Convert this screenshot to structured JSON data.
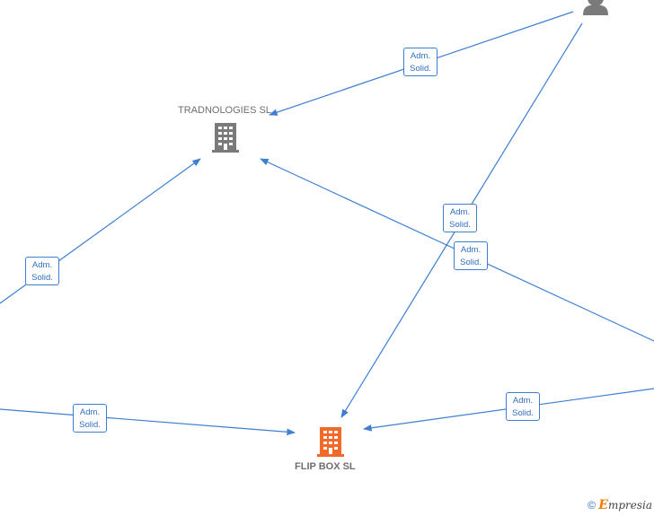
{
  "nodes": {
    "tradnologies": {
      "label": "TRADNOLOGIES SL"
    },
    "flipbox": {
      "label": "FLIP BOX  SL"
    }
  },
  "edge_label": {
    "line1": "Adm.",
    "line2": "Solid."
  },
  "colors": {
    "edge": "#3d7fd1",
    "company_icon": "#7a7a7a",
    "main_company_icon": "#f26a2a",
    "person_icon": "#7a7a7a"
  },
  "watermark": {
    "copyright": "©",
    "brand_initial": "E",
    "brand_rest": "mpresia"
  }
}
